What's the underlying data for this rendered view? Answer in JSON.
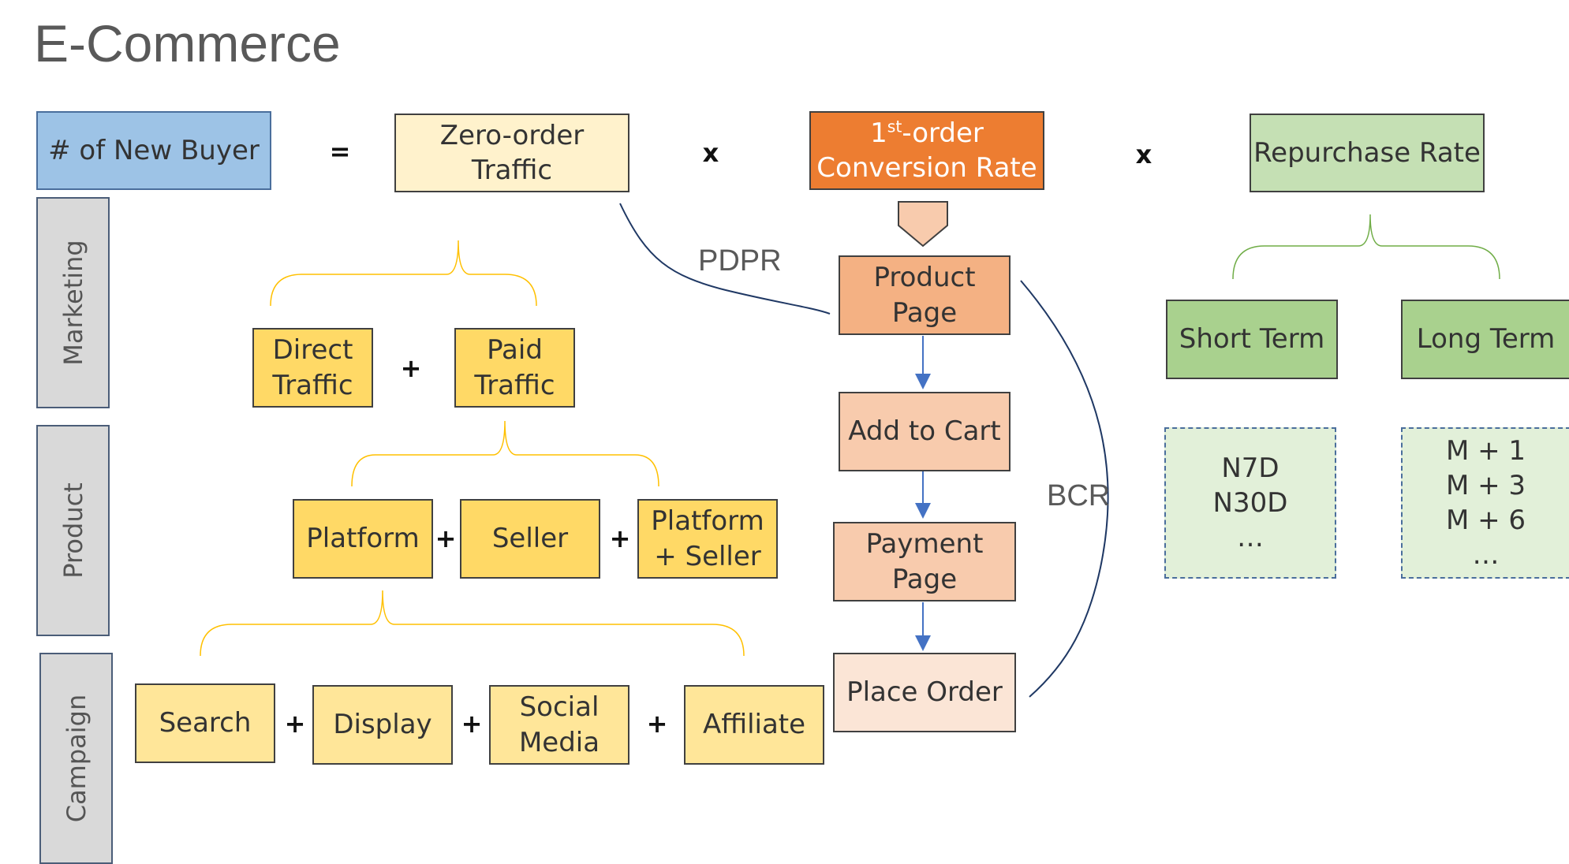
{
  "title": "E-Commerce",
  "equation": {
    "new_buyer": "# of New Buyer",
    "equals": "=",
    "zero_order_traffic": "Zero-order\nTraffic",
    "times1": "x",
    "conversion_sup": "st",
    "conversion_prefix": "1",
    "conversion_rest": "-order",
    "conversion_line2": "Conversion Rate",
    "times2": "x",
    "repurchase_rate": "Repurchase Rate"
  },
  "side_labels": {
    "marketing": "Marketing",
    "product": "Product",
    "campaign": "Campaign"
  },
  "traffic": {
    "direct": "Direct\nTraffic",
    "plus": "+",
    "paid": "Paid\nTraffic"
  },
  "channels": {
    "platform": "Platform",
    "plus1": "+",
    "seller": "Seller",
    "plus2": "+",
    "platform_seller": "Platform\n+ Seller"
  },
  "campaigns": {
    "search": "Search",
    "plus1": "+",
    "display": "Display",
    "plus2": "+",
    "social_media": "Social\nMedia",
    "plus3": "+",
    "affiliate": "Affiliate"
  },
  "funnel": {
    "product_page": "Product\nPage",
    "add_to_cart": "Add to Cart",
    "payment_page": "Payment\nPage",
    "place_order": "Place Order"
  },
  "rates": {
    "pdpr": "PDPR",
    "bcr": "BCR"
  },
  "repurchase": {
    "short_term": "Short Term",
    "long_term": "Long Term",
    "short_metrics": "N7D\nN30D\n…",
    "long_metrics": "M + 1\nM + 3\nM + 6\n…"
  },
  "colors": {
    "blue": "#9dc3e6",
    "cream": "#fff2cc",
    "orange": "#ed7d31",
    "green": "#a9d18e",
    "light_green": "#c5e0b4",
    "gold": "#ffd966",
    "light_yellow": "#ffe699",
    "peach": "#f4b183",
    "light_peach": "#f8cbad",
    "pale_peach": "#fbe5d6",
    "connector": "#1f3864",
    "arrow": "#4472c4",
    "brace_yellow": "#ffc000",
    "brace_green": "#70ad47"
  }
}
